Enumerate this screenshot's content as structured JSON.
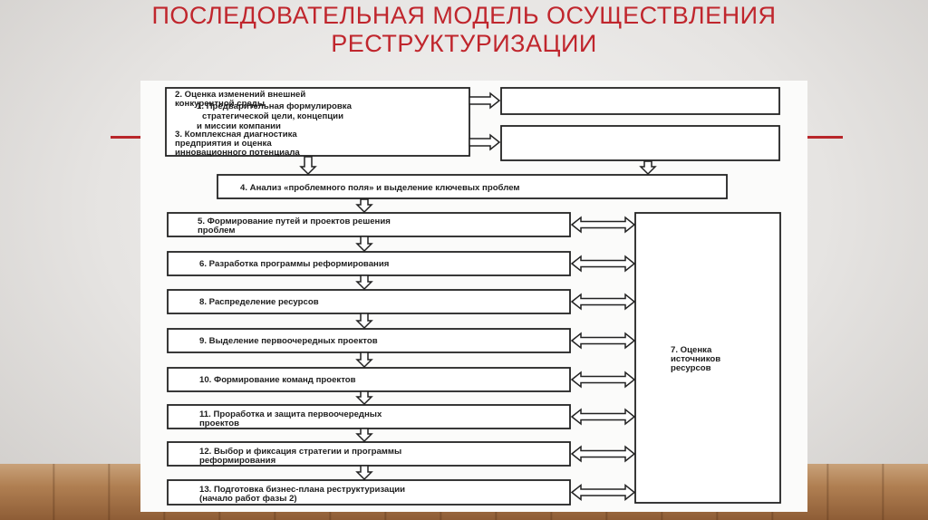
{
  "slide": {
    "title_line1": "ПОСЛЕДОВАТЕЛЬНАЯ МОДЕЛЬ ОСУЩЕСТВЛЕНИЯ",
    "title_line2": "РЕСТРУКТУРИЗАЦИИ",
    "accent_color": "#c0262d"
  },
  "diagram": {
    "nodes": [
      {
        "id": "n1",
        "lines": [
          "1. Предварительная формулировка",
          "стратегической цели, концепции",
          "и миссии компании"
        ]
      },
      {
        "id": "n2",
        "lines": [
          "2. Оценка изменений внешней",
          "конкурентной среды"
        ]
      },
      {
        "id": "n3",
        "lines": [
          "3. Комплексная диагностика",
          "предприятия и оценка",
          "инновационного потенциала"
        ]
      },
      {
        "id": "n4",
        "lines": [
          "4. Анализ «проблемного поля» и выделение ключевых проблем"
        ]
      },
      {
        "id": "n5",
        "lines": [
          "5. Формирование путей и проектов решения",
          "проблем"
        ]
      },
      {
        "id": "n6",
        "lines": [
          "6. Разработка программы реформирования"
        ]
      },
      {
        "id": "n8",
        "lines": [
          "8. Распределение ресурсов"
        ]
      },
      {
        "id": "n9",
        "lines": [
          "9. Выделение первоочередных проектов"
        ]
      },
      {
        "id": "n10",
        "lines": [
          "10. Формирование команд проектов"
        ]
      },
      {
        "id": "n11",
        "lines": [
          "11. Проработка и защита первоочередных",
          "проектов"
        ]
      },
      {
        "id": "n12",
        "lines": [
          "12. Выбор и фиксация стратегии и программы",
          "реформирования"
        ]
      },
      {
        "id": "n13",
        "lines": [
          "13. Подготовка бизнес-плана реструктуризации",
          "(начало работ фазы 2)"
        ]
      },
      {
        "id": "n7",
        "lines": [
          "7. Оценка",
          "источников",
          "ресурсов"
        ]
      }
    ]
  }
}
